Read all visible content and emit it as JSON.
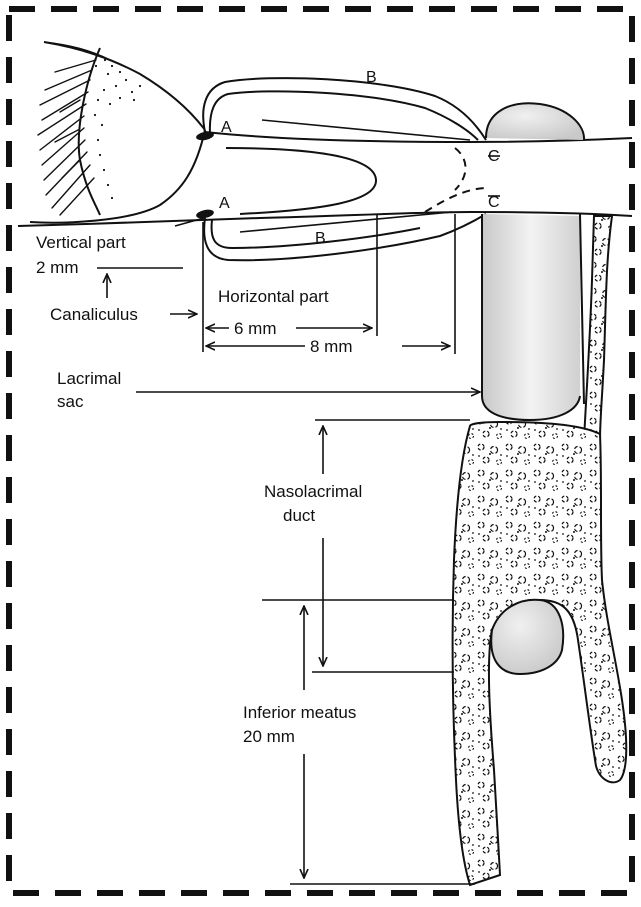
{
  "figure": {
    "labels": {
      "vertical_part": "Vertical part",
      "vertical_mm": "2 mm",
      "canaliculus": "Canaliculus",
      "horizontal_part": "Horizontal part",
      "six_mm": "6 mm",
      "eight_mm": "8 mm",
      "lacrimal": "Lacrimal",
      "sac": "sac",
      "nasolacrimal": "Nasolacrimal",
      "duct": "duct",
      "inferior_meatus": "Inferior meatus",
      "twenty_mm": "20 mm"
    },
    "letters": {
      "punctum": "A",
      "canaliculus": "B",
      "common": "C"
    },
    "colors": {
      "ink": "#111111",
      "sac_fill": "#dcdcdc",
      "background": "#ffffff"
    }
  }
}
